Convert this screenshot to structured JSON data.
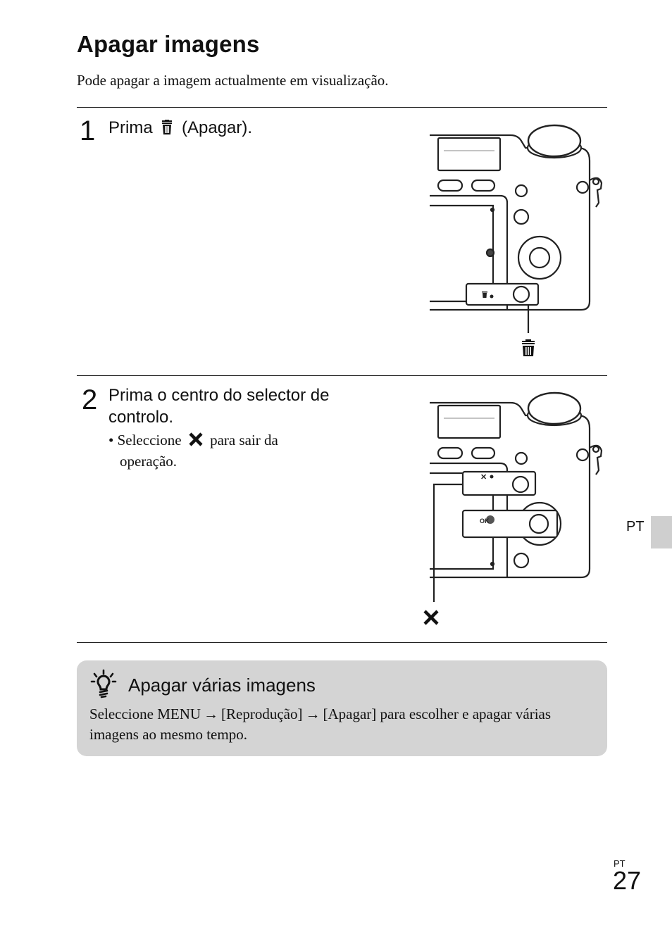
{
  "page": {
    "title": "Apagar imagens",
    "intro": "Pode apagar a imagem actualmente em visualização."
  },
  "step1": {
    "number": "1",
    "text_before": "Prima",
    "text_after": "(Apagar).",
    "icon": "trash-icon"
  },
  "step2": {
    "number": "2",
    "text_line1": "Prima o centro do selector de",
    "text_line2": "controlo.",
    "bullet_before": "• Seleccione",
    "bullet_after": "para sair da",
    "bullet_line2": "operação.",
    "icon": "cross-icon"
  },
  "diagram2": {
    "x_label": "✕",
    "ok_label": "OK"
  },
  "hint": {
    "icon": "lightbulb-icon",
    "title": "Apagar várias imagens",
    "body_part1": "Seleccione MENU",
    "arrow": "→",
    "body_part2": "[Reprodução]",
    "body_part3": "[Apagar] para escolher e apagar várias",
    "body_line2": "imagens ao mesmo tempo."
  },
  "side_tab": {
    "label": "PT"
  },
  "footer": {
    "lang": "PT",
    "page_number": "27"
  },
  "colors": {
    "hint_bg": "#d4d4d4",
    "tab_bg": "#cfcfcf",
    "ink": "#111111"
  }
}
